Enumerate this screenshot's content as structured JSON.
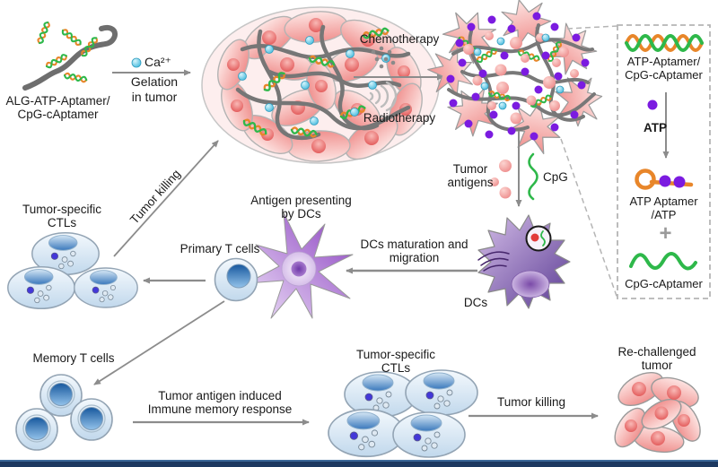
{
  "colors": {
    "atp_purple": "#7b1be0",
    "cpg_green": "#2eb84a",
    "aptamer_orange": "#e8862a",
    "calcium_cyan": "#52c6e6",
    "tumor_pink": "#f29c9c",
    "dc_purple": "#7a4fb0",
    "tcell_blue": "#2a6fc0",
    "arrow_gray": "#8c8c8c",
    "footer_navy": "#1c3860"
  },
  "top": {
    "polymer_line1": "ALG-ATP-Aptamer/",
    "polymer_line2": "CpG-cAptamer",
    "ca_label": "Ca²⁺",
    "gelation_line1": "Gelation",
    "gelation_line2": "in tumor",
    "chemotherapy": "Chemotherapy",
    "radiotherapy": "Radiotherapy"
  },
  "legend": {
    "item1_line1": "ATP-Aptamer/",
    "item1_line2": "CpG-cAptamer",
    "atp": "ATP",
    "item2_line1": "ATP Aptamer",
    "item2_line2": "/ATP",
    "plus": "+",
    "item3": "CpG-cAptamer"
  },
  "middle": {
    "tumor_antigens_line1": "Tumor",
    "tumor_antigens_line2": "antigens",
    "cpg": "CpG",
    "dcs": "DCs",
    "dc_maturation_line1": "DCs maturation and",
    "dc_maturation_line2": "migration",
    "antigen_presenting_line1": "Antigen presenting",
    "antigen_presenting_line2": "by DCs",
    "primary_t_cells": "Primary T cells",
    "ctls_line1": "Tumor-specific",
    "ctls_line2": "CTLs",
    "tumor_killing": "Tumor killing"
  },
  "bottom": {
    "memory_t_cells": "Memory T cells",
    "memory_arrow_line1": "Tumor antigen induced",
    "memory_arrow_line2": "Immune memory response",
    "ctls_line1": "Tumor-specific",
    "ctls_line2": "CTLs",
    "tumor_killing": "Tumor killing",
    "rechallenged_line1": "Re-challenged",
    "rechallenged_line2": "tumor"
  }
}
